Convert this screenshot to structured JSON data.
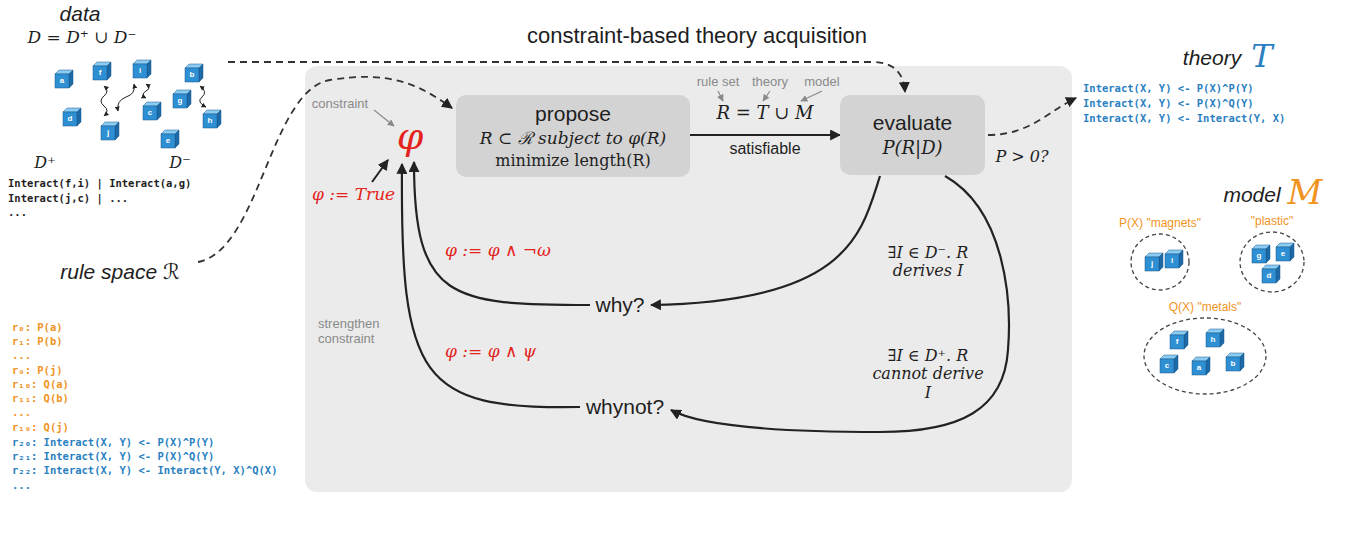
{
  "diagram": {
    "title": "constraint-based theory acquisition",
    "nodes": [
      {
        "text": [
          "propose",
          "R ⊂ ℛ subject to φ(R)",
          "minimize length(R)"
        ]
      },
      {
        "text": [
          "evaluate",
          "P(R|D)"
        ]
      },
      {
        "text": [
          "P(X) \"magnets\"",
          "j",
          "i"
        ]
      },
      {
        "text": [
          "\"plastic\"",
          "g",
          "e",
          "d"
        ]
      },
      {
        "text": [
          "Q(X) \"metals\"",
          "f",
          "h",
          "c",
          "a",
          "b"
        ]
      }
    ],
    "edges": [
      {
        "from": 0,
        "to": 1,
        "label": "satisfiable",
        "arrow": "to"
      }
    ],
    "labels": [
      "data",
      "D = D⁺ ∪ D⁻",
      "D⁺",
      "D⁻",
      "Interact(f,i) | Interact(a,g)",
      "Interact(j,c) | ...",
      "...",
      "a",
      "f",
      "i",
      "b",
      "d",
      "j",
      "c",
      "g",
      "h",
      "e",
      "rule space ℛ",
      "r₀: P(a)",
      "r₁: P(b)",
      "...",
      "r₉: P(j)",
      "r₁₀: Q(a)",
      "r₁₁: Q(b)",
      "...",
      "r₁₉: Q(j)",
      "r₂₀: Interact(X, Y) <- P(X)^P(Y)",
      "r₂₁: Interact(X, Y) <- P(X)^Q(Y)",
      "r₂₂: Interact(X, Y) <- Interact(Y, X)^Q(X)",
      "...",
      "constraint",
      "φ",
      "φ := True",
      "strengthen constraint",
      "φ := φ ∧ ¬ω",
      "why?",
      "φ := φ ∧ ψ",
      "whynot?",
      "∃I ∈ D⁻. R derives I",
      "∃I ∈ D⁺. R cannot derive I",
      "rule set",
      "theory",
      "model",
      "R = T ∪ M",
      "P > 0?",
      "theory",
      "T",
      "Interact(X, Y) <- P(X)^P(Y)",
      "Interact(X, Y) <- P(X)^Q(Y)",
      "Interact(X, Y) <- Interact(Y, X)",
      "model",
      "M"
    ]
  }
}
